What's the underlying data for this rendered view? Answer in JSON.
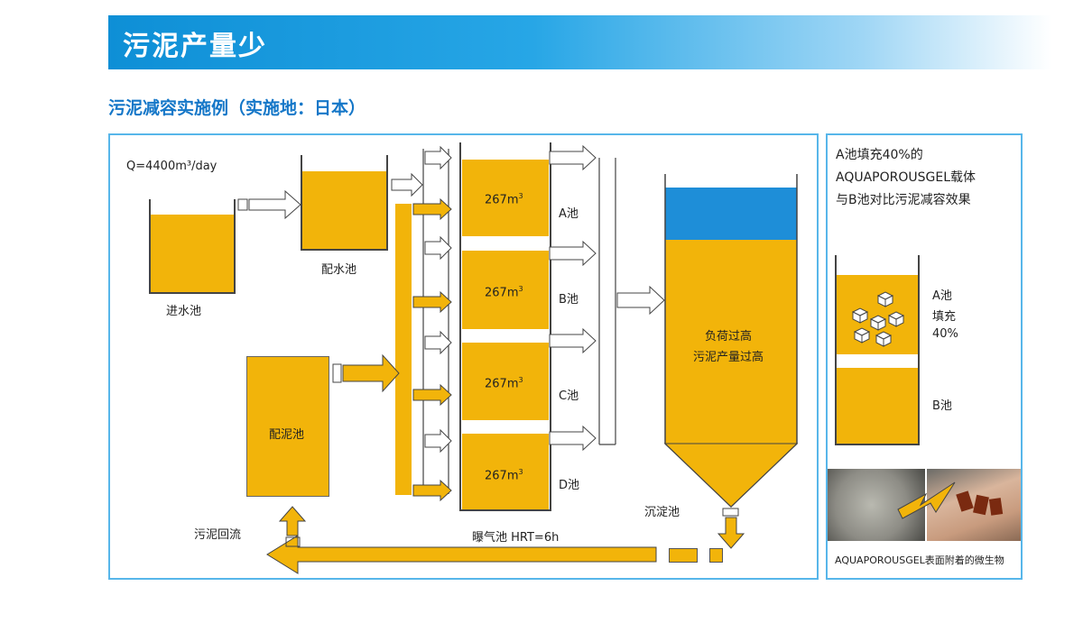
{
  "header": {
    "title": "污泥产量少"
  },
  "section": {
    "title": "污泥减容实施例（实施地：日本）"
  },
  "flow": {
    "inflow_rate": "Q=4400m³/day",
    "inlet_tank": "进水池",
    "distribution_tank": "配水池",
    "sludge_distribution_tank": "配泥池",
    "sludge_return": "污泥回流",
    "aeration": "曝气池  HRT=6h",
    "settling_tank": "沉淀池",
    "settling_note_1": "负荷过高",
    "settling_note_2": "污泥产量过高",
    "tanks": [
      {
        "volume": "267m",
        "volume_unit_sup": "3",
        "name": "A池"
      },
      {
        "volume": "267m",
        "volume_unit_sup": "3",
        "name": "B池"
      },
      {
        "volume": "267m",
        "volume_unit_sup": "3",
        "name": "C池"
      },
      {
        "volume": "267m",
        "volume_unit_sup": "3",
        "name": "D池"
      }
    ]
  },
  "side": {
    "title_lines": [
      "A池填充40%的",
      "AQUAPOROUSGEL载体",
      "与B池对比污泥减容效果"
    ],
    "tank_a_label": [
      "A池",
      "填充",
      "40%"
    ],
    "tank_b_label": "B池",
    "photo_caption": "AQUAPOROUSGEL表面附着的微生物"
  },
  "colors": {
    "tank_fill": "#f2b40a",
    "water": "#1e8ed8",
    "accent": "#1577c8",
    "border": "#57b6ea"
  }
}
